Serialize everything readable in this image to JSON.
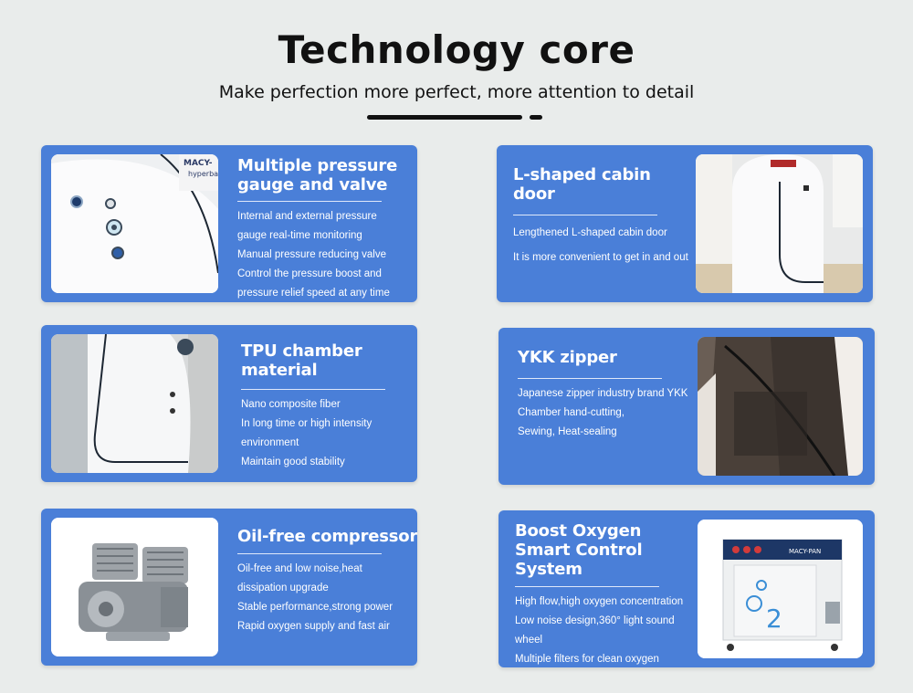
{
  "header": {
    "title": "Technology core",
    "subtitle": "Make perfection more perfect, more attention to detail"
  },
  "cards": [
    {
      "title_line1": "Multiple pressure",
      "title_line2": "gauge and valve",
      "lines": [
        "Internal and external pressure",
        "gauge real-time monitoring",
        "Manual pressure reducing valve",
        "Control the pressure boost and",
        "pressure relief speed at any time"
      ]
    },
    {
      "title_line1": "L-shaped cabin door",
      "lines": [
        "Lengthened L-shaped cabin door",
        "It is more convenient to get in and out"
      ]
    },
    {
      "title_line1": "TPU chamber material",
      "lines": [
        "Nano composite fiber",
        "In long time or high intensity",
        "environment",
        "Maintain good stability"
      ]
    },
    {
      "title_line1": "YKK zipper",
      "lines": [
        "Japanese zipper industry brand YKK",
        "Chamber hand-cutting,",
        "Sewing, Heat-sealing"
      ]
    },
    {
      "title_line1": "Oil-free compressor",
      "lines": [
        "Oil-free and low noise,heat",
        "dissipation upgrade",
        "Stable performance,strong power",
        "Rapid oxygen supply and fast air"
      ]
    },
    {
      "title_line1": "Boost Oxygen",
      "title_line2": "Smart Control System",
      "lines": [
        "High flow,high oxygen concentration",
        "Low noise design,360° light sound",
        "wheel",
        "Multiple filters for clean oxygen"
      ]
    }
  ],
  "photo_text": {
    "brand_a": "MACY-",
    "brand_a_sub": "hyperbar",
    "brand_b": "MACY-PAN",
    "o2_label": "O2"
  },
  "colors": {
    "background": "#e9eceb",
    "card": "#4a7fd8",
    "title_text": "#111111"
  }
}
